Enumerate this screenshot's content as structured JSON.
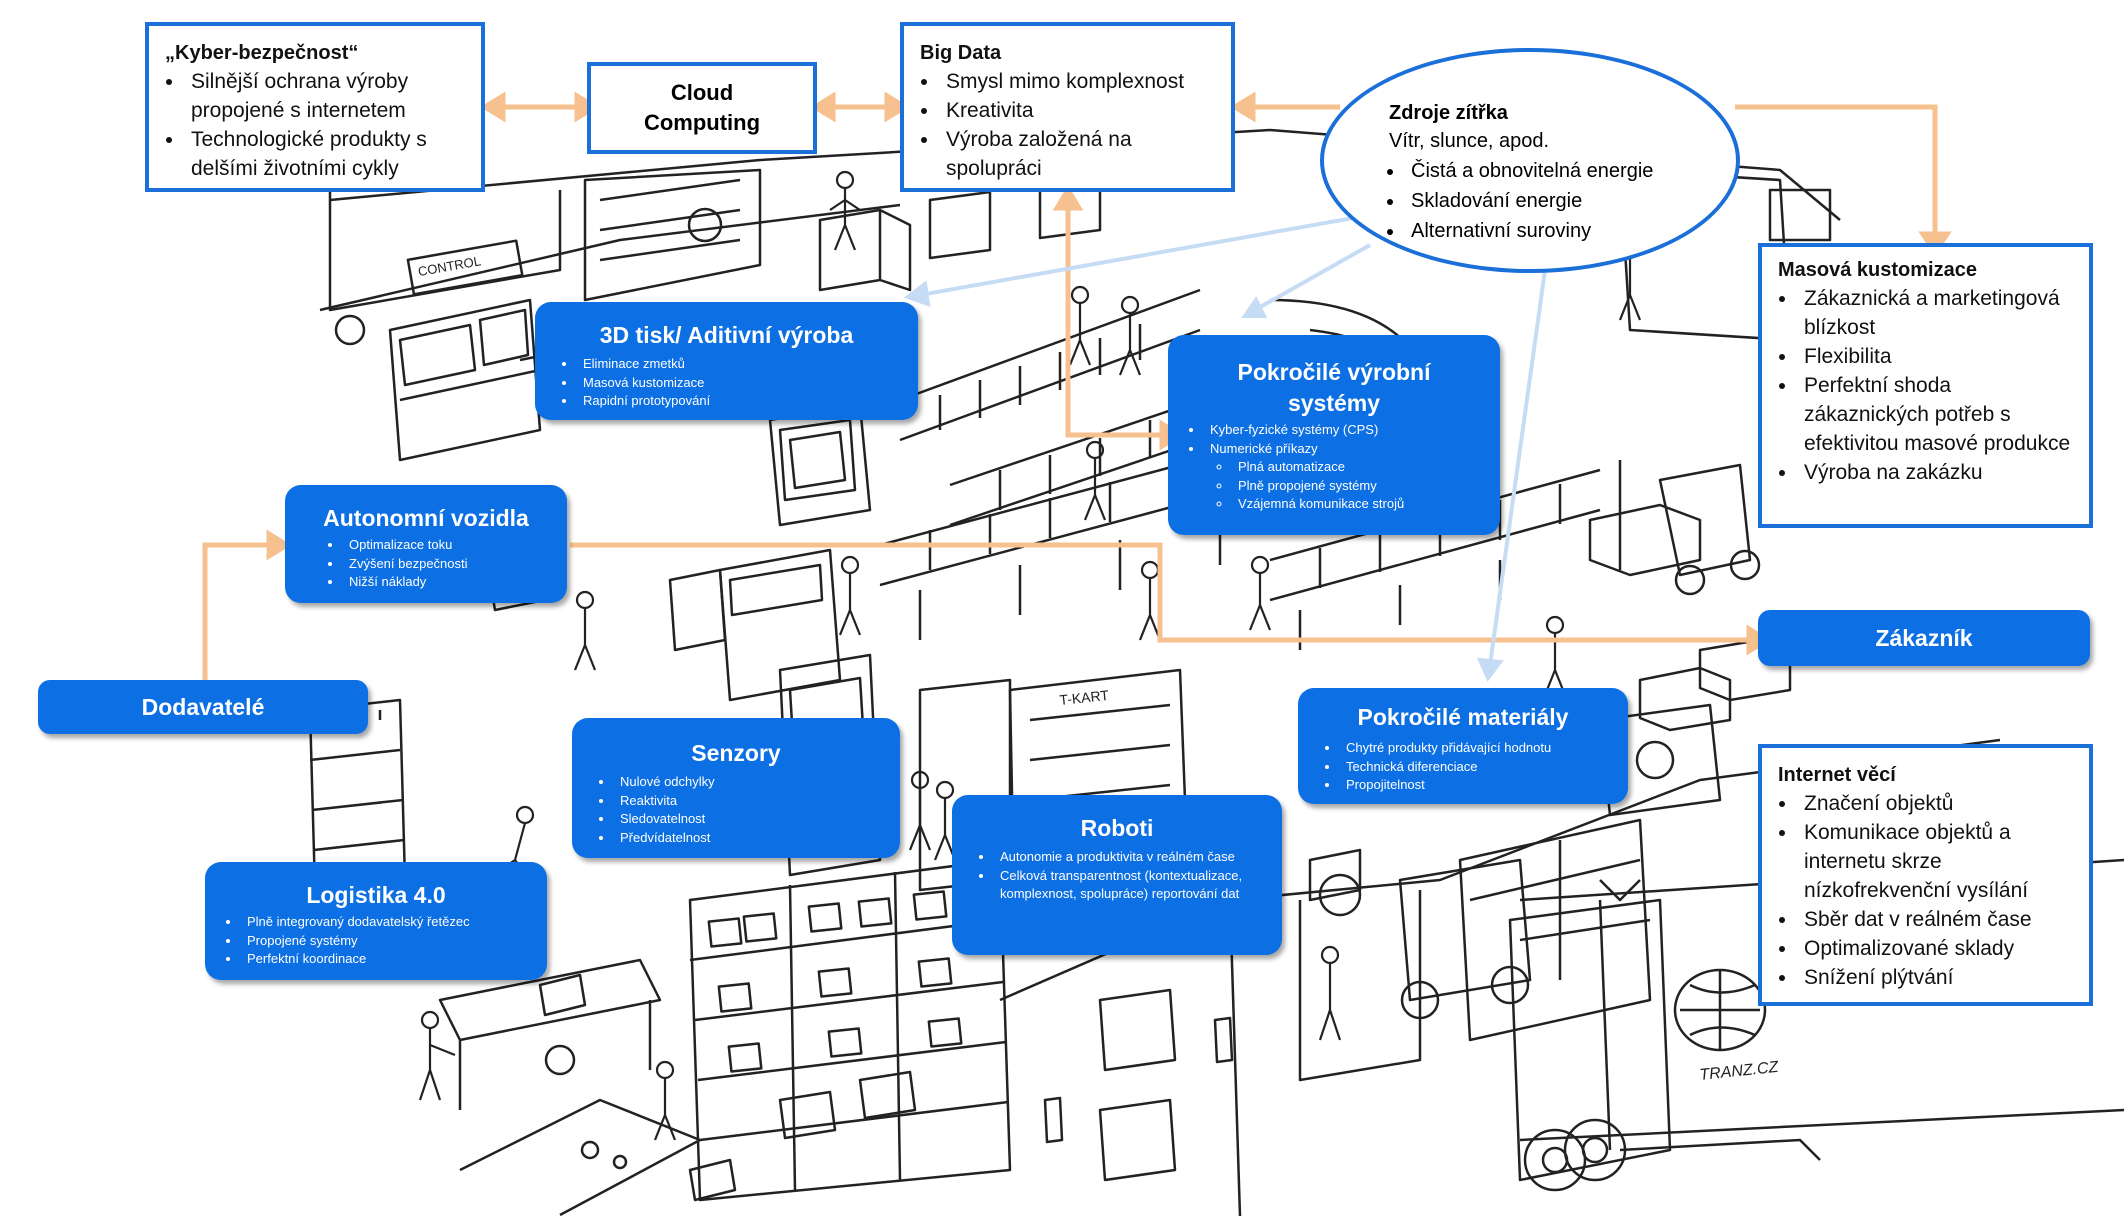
{
  "kyber": {
    "title": "„Kyber-bezpečnost“",
    "items": [
      "Silnější ochrana výroby propojené s internetem",
      "Technologické produkty s delšími životními cykly"
    ]
  },
  "cloud": {
    "line1": "Cloud",
    "line2": "Computing"
  },
  "bigdata": {
    "title": "Big Data",
    "items": [
      "Smysl mimo komplexnost",
      "Kreativita",
      "Výroba založená na spolupráci"
    ]
  },
  "zdroje": {
    "title": "Zdroje zítřka",
    "subtitle": "Vítr, slunce, apod.",
    "items": [
      "Čistá a obnovitelná energie",
      "Skladování energie",
      "Alternativní suroviny"
    ]
  },
  "masova": {
    "title": "Masová kustomizace",
    "items": [
      "Zákaznická a marketingová blízkost",
      "Flexibilita",
      "Perfektní shoda zákaznických potřeb s efektivitou masové produkce",
      "Výroba na zakázku"
    ]
  },
  "tisk": {
    "title": "3D tisk/ Aditivní výroba",
    "items": [
      "Eliminace zmetků",
      "Masová kustomizace",
      "Rapidní prototypování"
    ]
  },
  "pokrocile_vyrobni": {
    "title_line1": "Pokročilé výrobní",
    "title_line2": "systémy",
    "items": [
      "Kyber-fyzické systémy (CPS)",
      "Numerické příkazy"
    ],
    "subitems": [
      "Plná automatizace",
      "Plně propojené systémy",
      "Vzájemná komunikace strojů"
    ]
  },
  "autonomni": {
    "title": "Autonomní vozidla",
    "items": [
      "Optimalizace toku",
      "Zvýšení bezpečnosti",
      "Nižší náklady"
    ]
  },
  "dodavatele": {
    "label": "Dodavatelé"
  },
  "zakaznik": {
    "label": "Zákazník"
  },
  "materialy": {
    "title": "Pokročilé materiály",
    "items": [
      "Chytré produkty přidávající hodnotu",
      "Technická diferenciace",
      "Propojitelnost"
    ]
  },
  "senzory": {
    "title": "Senzory",
    "items": [
      "Nulové odchylky",
      "Reaktivita",
      "Sledovatelnost",
      "Předvídatelnost"
    ]
  },
  "roboti": {
    "title": "Roboti",
    "items": [
      "Autonomie a produktivita v reálném čase",
      "Celková transparentnost (kontextualizace, komplexnost, spolupráce) reportování dat"
    ]
  },
  "logistika": {
    "title": "Logistika 4.0",
    "items": [
      "Plně integrovaný dodavatelský řetězec",
      "Propojené systémy",
      "Perfektní koordinace"
    ]
  },
  "internet": {
    "title": "Internet věcí",
    "items": [
      "Značení objektů",
      "Komunikace objektů a internetu skrze nízkofrekvenční vysílání",
      "Sběr dat v reálném čase",
      "Optimalizované sklady",
      "Snížení plýtvání"
    ]
  },
  "illustration": {
    "control_sign": "CONTROL",
    "truck_logo": "TRANZ.CZ",
    "board_label": "T-KART"
  },
  "colors": {
    "box_blue": "#0c6fe4",
    "border_blue": "#1a6fd8",
    "arrow_orange": "#f6c18e",
    "arrow_lightblue": "#c6dcf5"
  }
}
